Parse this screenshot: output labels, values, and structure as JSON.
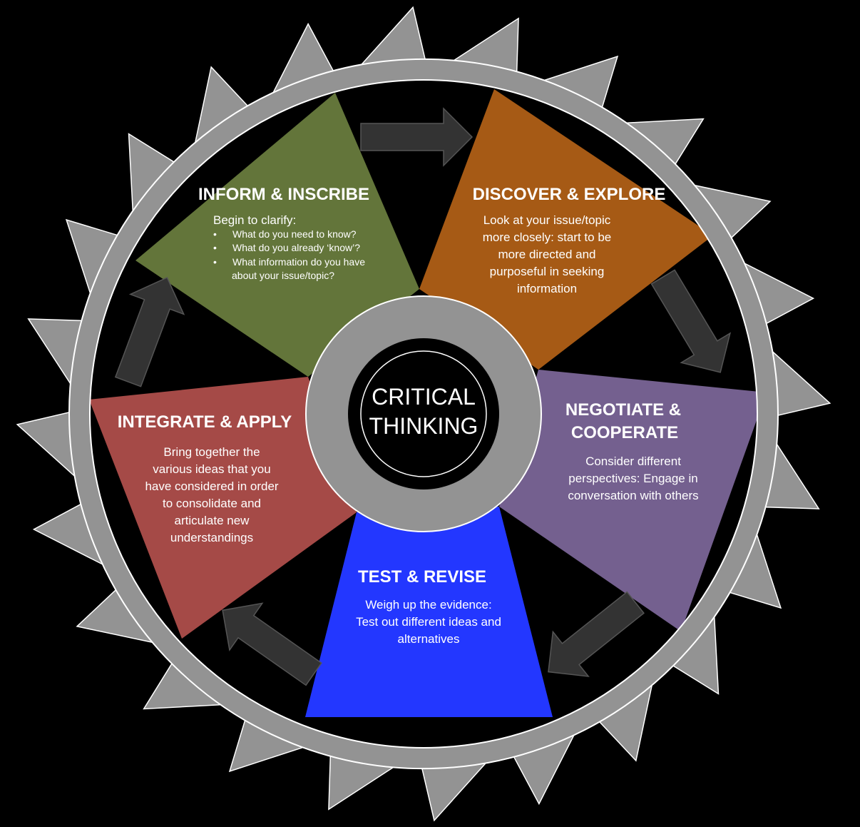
{
  "colors": {
    "background": "#000000",
    "ring": "#939393",
    "arrow": "#333333",
    "inform": "#63753a",
    "discover": "#a65a15",
    "negotiate": "#74608f",
    "test": "#2337ff",
    "integrate": "#a54a47"
  },
  "center": {
    "line1": "CRITICAL",
    "line2": "THINKING"
  },
  "segments": {
    "inform": {
      "title": "INFORM & INSCRIBE",
      "intro": "Begin to clarify:",
      "bullets": [
        "What do you need to know?",
        "What do you already ‘know’?",
        "What information do you have",
        "about your issue/topic?"
      ],
      "bullet_char": "•"
    },
    "discover": {
      "title": "DISCOVER & EXPLORE",
      "lines": [
        "Look at your issue/topic",
        "more closely: start to be",
        "more directed and",
        "purposeful in seeking",
        "information"
      ]
    },
    "negotiate": {
      "title1": "NEGOTIATE &",
      "title2": "COOPERATE",
      "lines": [
        "Consider different",
        "perspectives: Engage in",
        "conversation with others"
      ]
    },
    "test": {
      "title": "TEST & REVISE",
      "lines": [
        "Weigh up the evidence:",
        "Test out different ideas and",
        "alternatives"
      ]
    },
    "integrate": {
      "title": "INTEGRATE & APPLY",
      "lines": [
        "Bring together the",
        "various ideas that you",
        "have considered in order",
        "to consolidate and",
        "articulate new",
        "understandings"
      ]
    }
  }
}
